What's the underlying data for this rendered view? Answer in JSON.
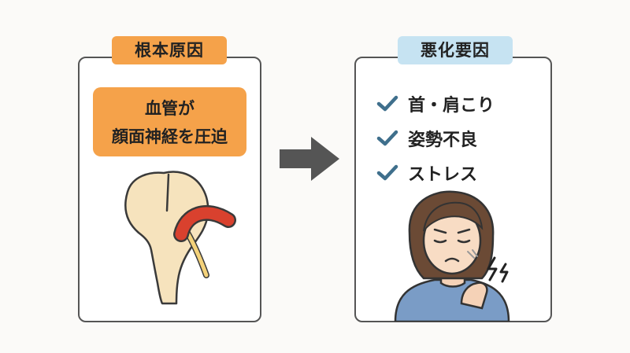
{
  "left_panel": {
    "tag": "根本原因",
    "callout_lines": [
      "血管が",
      "顔面神経を圧迫"
    ]
  },
  "right_panel": {
    "tag": "悪化要因",
    "items": [
      "首・肩こり",
      "姿勢不良",
      "ストレス"
    ]
  },
  "colors": {
    "cause_tag": "#f5a24a",
    "factor_tag": "#c6e3f2",
    "check": "#3f6f8c",
    "arrow": "#555555",
    "vessel": "#d9412e",
    "nerve": "#f4d27a"
  }
}
